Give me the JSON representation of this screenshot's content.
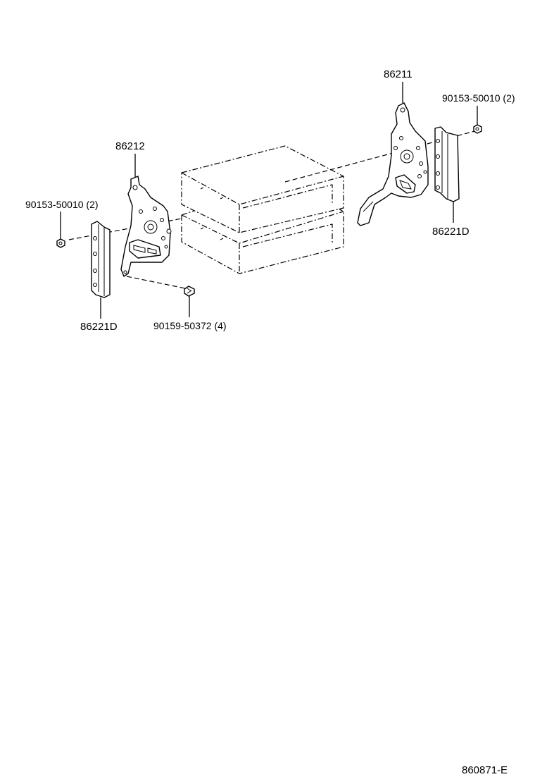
{
  "labels": {
    "part_86211": "86211",
    "part_86212": "86212",
    "bolt_upper_right": "90153-50010 (2)",
    "bolt_upper_left": "90153-50010 (2)",
    "bracket_right": "86221D",
    "bracket_left": "86221D",
    "screw_bottom": "90159-50372 (4)"
  },
  "figure_code": "860871-E"
}
